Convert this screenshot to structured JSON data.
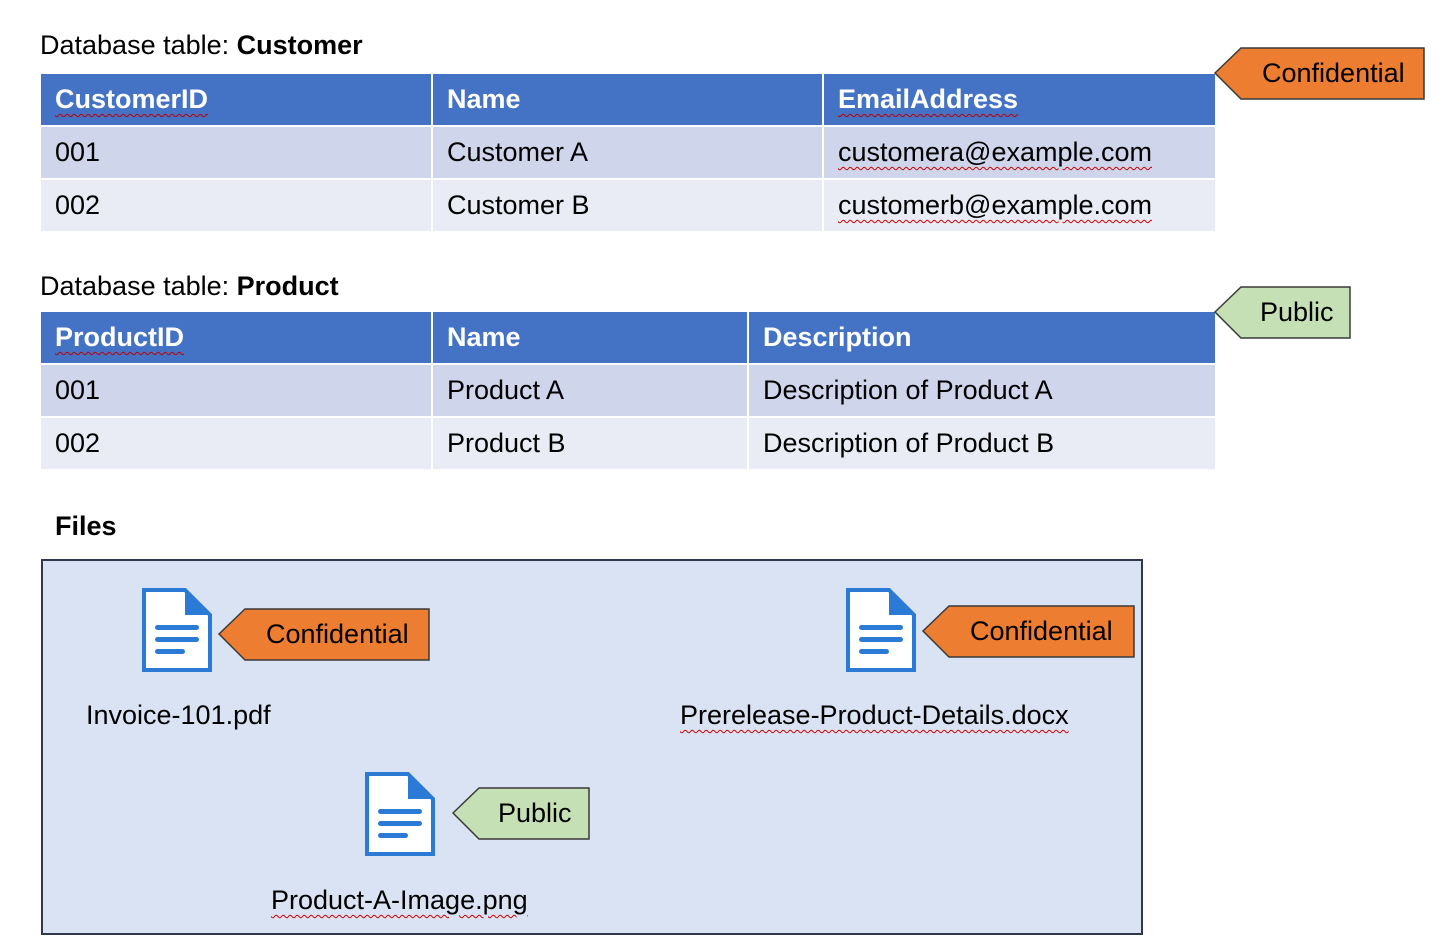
{
  "customer_section": {
    "caption_prefix": "Database table: ",
    "caption_name": "Customer",
    "columns": [
      "CustomerID",
      "Name",
      "EmailAddress"
    ],
    "rows": [
      [
        "001",
        "Customer A",
        "customera@example.com"
      ],
      [
        "002",
        "Customer B",
        "customerb@example.com"
      ]
    ],
    "label": "Confidential"
  },
  "product_section": {
    "caption_prefix": "Database table: ",
    "caption_name": "Product",
    "columns": [
      "ProductID",
      "Name",
      "Description"
    ],
    "rows": [
      [
        "001",
        "Product A",
        "Description of Product A"
      ],
      [
        "002",
        "Product B",
        "Description of Product B"
      ]
    ],
    "label": "Public"
  },
  "files_section": {
    "title": "Files",
    "files": [
      {
        "name": "Invoice-101.pdf",
        "label": "Confidential",
        "icon": "document-icon"
      },
      {
        "name": "Prerelease-Product-Details.docx",
        "label": "Confidential",
        "icon": "document-icon"
      },
      {
        "name": "Product-A-Image.png",
        "label": "Public",
        "icon": "document-icon"
      }
    ]
  },
  "colors": {
    "header_blue": "#4472c4",
    "row_odd": "#cfd5ea",
    "row_even": "#e9ebf5",
    "confidential_fill": "#ed7d31",
    "public_fill": "#c5e0b4",
    "files_box_fill": "#dae3f3"
  }
}
